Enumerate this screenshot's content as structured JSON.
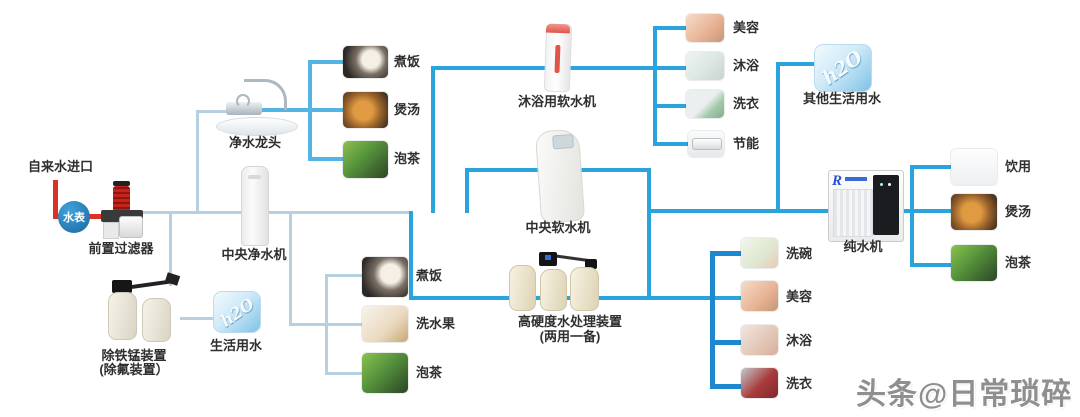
{
  "watermark": "头条@日常琐碎",
  "source": {
    "inlet_label": "自来水进口",
    "meter_label": "水表"
  },
  "devices": {
    "prefilter": {
      "label": "前置过滤器"
    },
    "faucet": {
      "label": "净水龙头"
    },
    "central_purifier": {
      "label": "中央净水机"
    },
    "iron_manganese": {
      "label": "除铁锰装置",
      "sublabel": "(除氟装置）"
    },
    "domestic_water": {
      "label": "生活用水",
      "icon_text": "h2O"
    },
    "bath_softener": {
      "label": "沐浴用软水机"
    },
    "central_softener": {
      "label": "中央软水机"
    },
    "high_hardness": {
      "label": "高硬度水处理装置",
      "sublabel": "(两用一备)"
    },
    "other_domestic": {
      "label": "其他生活用水",
      "icon_text": "h2O"
    },
    "pure_water": {
      "label": "纯水机",
      "logo_text": "R"
    }
  },
  "usages": {
    "faucet_outputs": [
      {
        "label": "煮饭"
      },
      {
        "label": "煲汤"
      },
      {
        "label": "泡茶"
      }
    ],
    "purifier_outputs": [
      {
        "label": "煮饭"
      },
      {
        "label": "洗水果"
      },
      {
        "label": "泡茶"
      }
    ],
    "bath_outputs": [
      {
        "label": "美容"
      },
      {
        "label": "沐浴"
      },
      {
        "label": "洗衣"
      },
      {
        "label": "节能"
      }
    ],
    "softener_outputs": [
      {
        "label": "洗碗"
      },
      {
        "label": "美容"
      },
      {
        "label": "沐浴"
      },
      {
        "label": "洗衣"
      }
    ],
    "pure_outputs": [
      {
        "label": "饮用"
      },
      {
        "label": "煲汤"
      },
      {
        "label": "泡茶"
      }
    ]
  },
  "colors": {
    "pipe_inlet_red": "#d93228",
    "pipe_pale_blue": "#b6cfe1",
    "pipe_medium_blue": "#54b4e4",
    "pipe_bright_blue": "#2aa4dd",
    "pipe_deep_blue": "#1d87cf",
    "meter_blue": "#1f7fc0"
  }
}
